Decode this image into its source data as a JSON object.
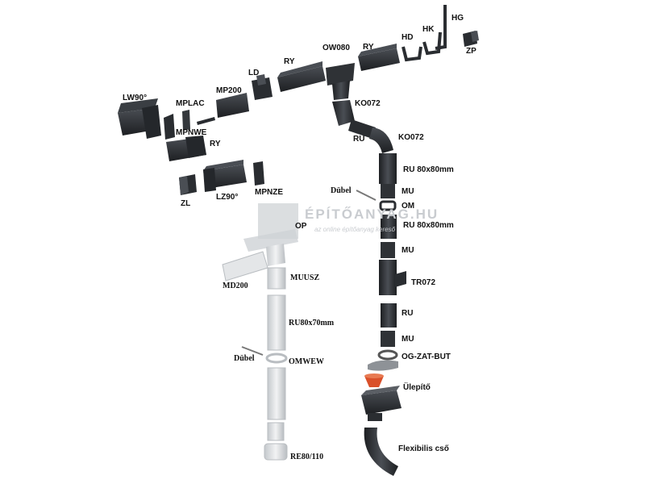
{
  "labels": {
    "lw90": "LW90°",
    "mplac": "MPLAC",
    "mp200": "MP200",
    "ld": "LD",
    "ry_top": "RY",
    "ow080": "OW080",
    "ry_right": "RY",
    "hd": "HD",
    "hk": "HK",
    "hg": "HG",
    "zp": "ZP",
    "mpnwe": "MPNWE",
    "ry_mid": "RY",
    "ko072_a": "KO072",
    "ru_bend": "RU",
    "ko072_b": "KO072",
    "zl": "ZL",
    "lz90": "LZ90°",
    "mpnze": "MPNZE",
    "ru80x80_a": "RU 80x80mm",
    "dubel_a": "Dübel",
    "mu_a": "MU",
    "om": "OM",
    "ru80x80_b": "RU 80x80mm",
    "op": "OP",
    "mu_b": "MU",
    "md200": "MD200",
    "muusz": "MUUSZ",
    "tr072": "TR072",
    "ru80x70": "RU80x70mm",
    "ru_low": "RU",
    "mu_c": "MU",
    "dubel_b": "Dübel",
    "omwew": "OMWEW",
    "og_zat_but": "OG-ZAT-BUT",
    "ulepito": "Ülepítő",
    "flexibilis": "Flexibilis cső",
    "re80_110": "RE80/110"
  },
  "watermark": {
    "title": "ÉPÍTŐANYAG.HU",
    "subtitle": "az online építőanyag kereső"
  },
  "colors": {
    "dark_part": "#2a2d31",
    "dark_part_highlight": "#4a4e54",
    "light_part": "#e4e6e8",
    "light_part_shade": "#b9bdc1",
    "label": "#111111",
    "strainer": "#d9502a"
  }
}
